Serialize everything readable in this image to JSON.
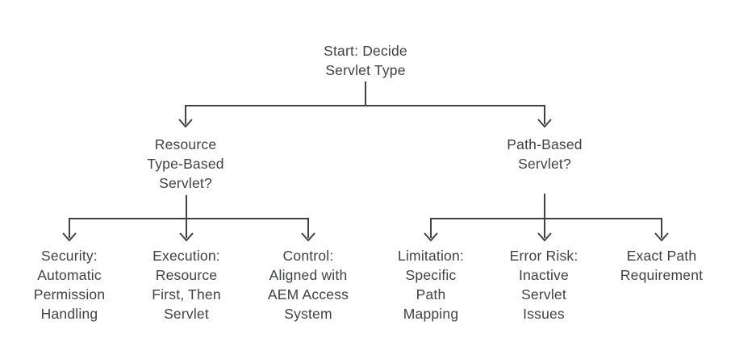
{
  "diagram": {
    "type": "flowchart",
    "colors": {
      "background": "#ffffff",
      "line": "#424242",
      "text": "#3f4144"
    },
    "root": {
      "label": "Start: Decide\nServlet Type"
    },
    "branches": [
      {
        "label": "Resource\nType-Based\nServlet?"
      },
      {
        "label": "Path-Based\nServlet?"
      }
    ],
    "leaves": [
      {
        "label": "Security:\nAutomatic\nPermission\nHandling"
      },
      {
        "label": "Execution:\nResource\nFirst, Then\nServlet"
      },
      {
        "label": "Control:\nAligned with\nAEM Access\nSystem"
      },
      {
        "label": "Limitation:\nSpecific\nPath\nMapping"
      },
      {
        "label": "Error Risk:\nInactive\nServlet\nIssues"
      },
      {
        "label": "Exact Path\nRequirement"
      }
    ]
  }
}
